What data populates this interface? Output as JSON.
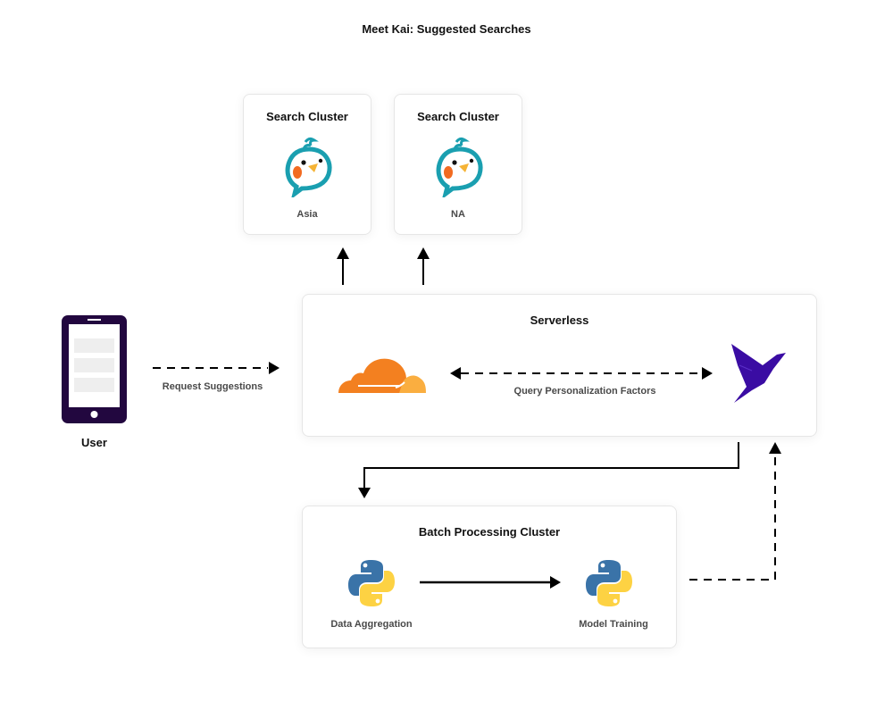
{
  "title": "Meet Kai: Suggested Searches",
  "search_clusters": [
    {
      "title": "Search Cluster",
      "region": "Asia",
      "icon": "kai-bird-logo"
    },
    {
      "title": "Search Cluster",
      "region": "NA",
      "icon": "kai-bird-logo"
    }
  ],
  "user": {
    "label": "User",
    "icon": "mobile-phone-icon"
  },
  "serverless": {
    "title": "Serverless",
    "left_icon": "cloudflare-icon",
    "right_icon": "fauna-bird-icon",
    "connection_label": "Query Personalization Factors"
  },
  "request_label": "Request Suggestions",
  "batch": {
    "title": "Batch Processing Cluster",
    "steps": [
      {
        "label": "Data Aggregation",
        "icon": "python-icon"
      },
      {
        "label": "Model Training",
        "icon": "python-icon"
      }
    ]
  },
  "colors": {
    "kai_teal": "#1a9fb0",
    "kai_orange": "#f26b21",
    "kai_beak": "#f5b335",
    "cloudflare_dark": "#f38020",
    "cloudflare_light": "#faae40",
    "fauna_purple": "#3a0ca3",
    "phone_purple": "#22073f",
    "python_blue": "#3a73a8",
    "python_yellow": "#fdd243"
  }
}
